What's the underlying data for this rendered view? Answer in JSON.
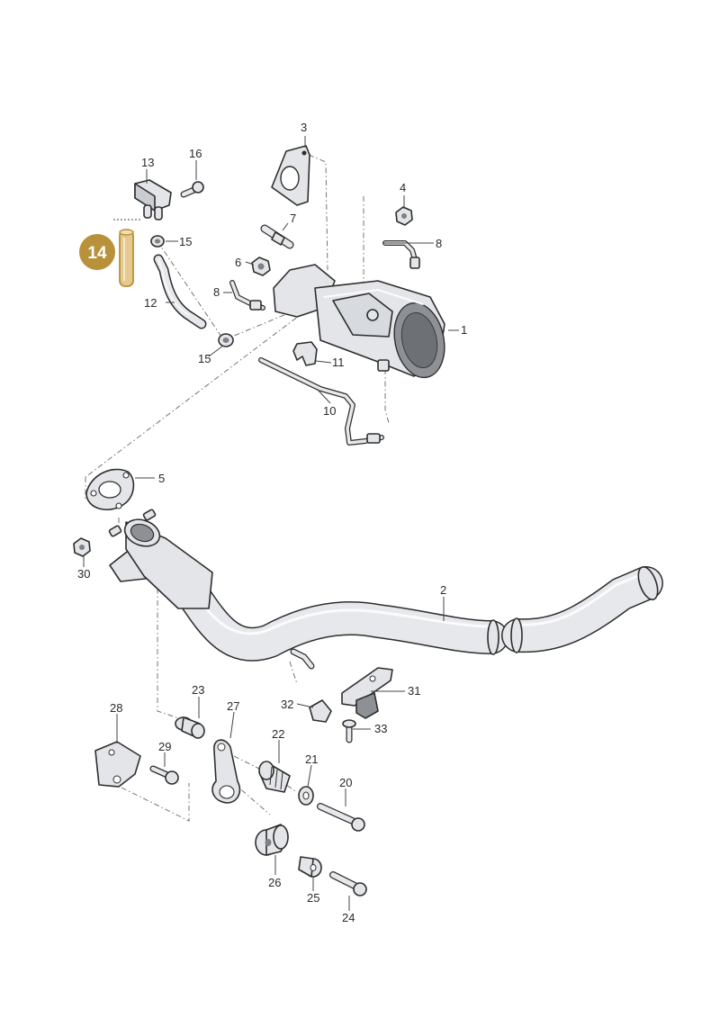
{
  "highlight": {
    "label": "14",
    "color": "#b8913a",
    "part_color": "#e6c98f"
  },
  "callouts": {
    "c1": "1",
    "c2": "2",
    "c3": "3",
    "c4": "4",
    "c5": "5",
    "c6": "6",
    "c7": "7",
    "c8a": "8",
    "c8b": "8",
    "c10": "10",
    "c11": "11",
    "c12": "12",
    "c13": "13",
    "c15a": "15",
    "c15b": "15",
    "c16": "16",
    "c20": "20",
    "c21": "21",
    "c22": "22",
    "c23": "23",
    "c24": "24",
    "c25": "25",
    "c26": "26",
    "c27": "27",
    "c28": "28",
    "c29": "29",
    "c30": "30",
    "c31": "31",
    "c32": "32",
    "c33": "33"
  }
}
